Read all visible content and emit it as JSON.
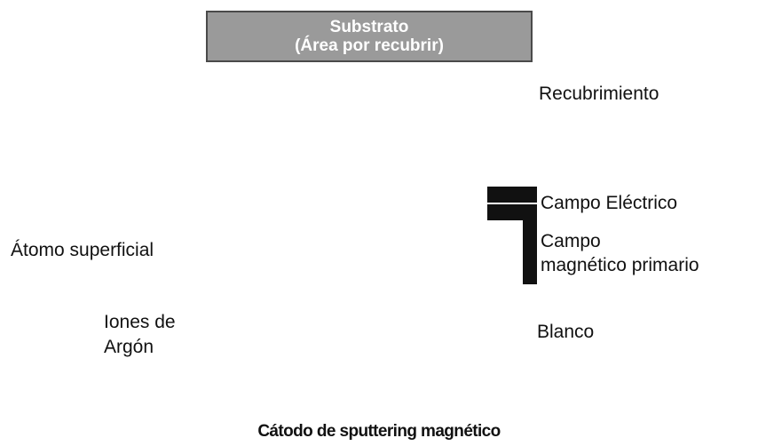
{
  "substrate": {
    "line1": "Substrato",
    "line2": "(Área por recubrir)"
  },
  "labels": {
    "coating": "Recubrimiento",
    "electric_field": "Campo Eléctrico",
    "magnetic_field_line1": "Campo",
    "magnetic_field_line2": "magnético primario",
    "target": "Blanco",
    "surface_atom": "Átomo superficial",
    "argon_ions_line1": "Iones de",
    "argon_ions_line2": "Argón"
  },
  "caption": "Cátodo de sputtering magnético",
  "colors": {
    "substrate_fill": "#9a9a9a",
    "substrate_border": "#4a4a4a",
    "symbol": "#111111"
  }
}
